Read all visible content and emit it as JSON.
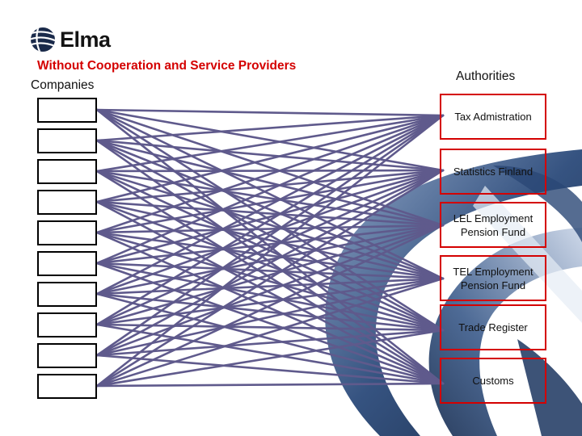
{
  "logo": {
    "text": "Elma",
    "icon": "globe-logo-icon"
  },
  "title": "Without Cooperation and Service Providers",
  "companies_label": "Companies",
  "authorities_label": "Authorities",
  "companies": [
    "",
    "",
    "",
    "",
    "",
    "",
    "",
    "",
    "",
    ""
  ],
  "authorities": [
    {
      "label": "Tax Admistration"
    },
    {
      "label": "Statistics Finland"
    },
    {
      "label": "LEL Employment\nPension Fund"
    },
    {
      "label": "TEL Employment\nPension Fund"
    },
    {
      "label": "Trade Register"
    },
    {
      "label": "Customs"
    }
  ],
  "colors": {
    "title": "#d40000",
    "link": "#5f5a8c",
    "authority_border": "#d40000",
    "decor": "#1f3b66"
  }
}
